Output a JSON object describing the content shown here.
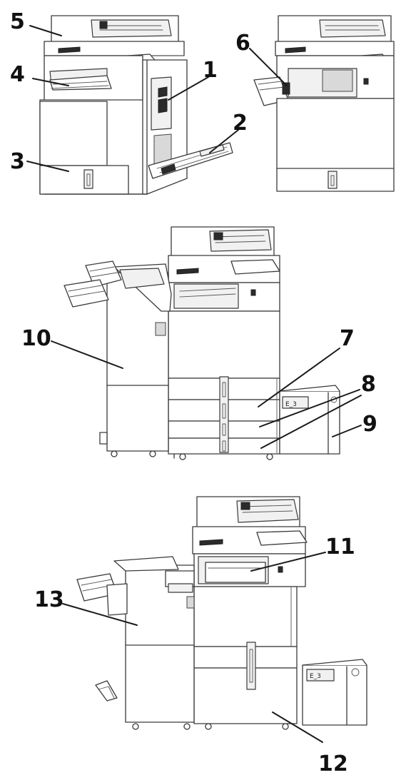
{
  "callouts": {
    "c1": "1",
    "c2": "2",
    "c3": "3",
    "c4": "4",
    "c5": "5",
    "c6": "6",
    "c7": "7",
    "c8": "8",
    "c9": "9",
    "c10": "10",
    "c11": "11",
    "c12": "12",
    "c13": "13"
  },
  "label_tags": {
    "tray_tag": "E_3"
  },
  "colors": {
    "line": "#3a3a3a",
    "callout": "#111111",
    "background": "#ffffff"
  }
}
